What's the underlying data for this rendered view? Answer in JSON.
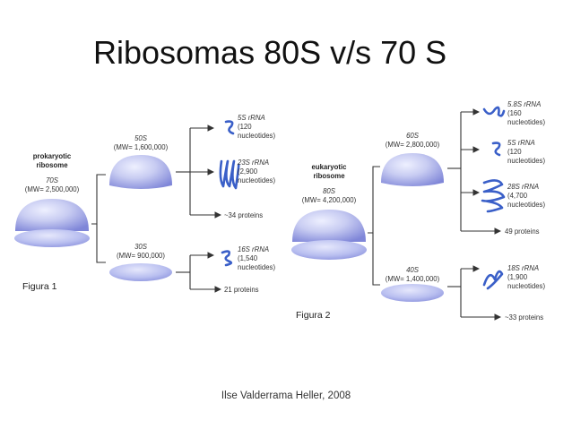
{
  "slide": {
    "title": "Ribosomas 80S v/s 70 S",
    "credit": "Ilse Valderrama Heller, 2008"
  },
  "colors": {
    "subunit_light": "#c8ccf2",
    "subunit_dark": "#7f86d8",
    "rna_strand": "#3a5fc8",
    "arrows": "#333333"
  },
  "figure1": {
    "caption": "Figura 1",
    "ribosome": {
      "label_line1": "prokaryotic",
      "label_line2": "ribosome",
      "size": "70S",
      "mw": "(MW= 2,500,000)"
    },
    "large_subunit": {
      "size": "50S",
      "mw": "(MW= 1,600,000)"
    },
    "small_subunit": {
      "size": "30S",
      "mw": "(MW= 900,000)"
    },
    "large_products": {
      "rrna_5s": {
        "name": "5S rRNA",
        "line2": "(120",
        "line3": "nucleotides)"
      },
      "rrna_23s": {
        "name": "23S rRNA",
        "line2": "(2,900",
        "line3": "nucleotides)"
      },
      "proteins": "~34 proteins"
    },
    "small_products": {
      "rrna_16s": {
        "name": "16S rRNA",
        "line2": "(1,540",
        "line3": "nucleotides)"
      },
      "proteins": "21 proteins"
    }
  },
  "figure2": {
    "caption": "Figura 2",
    "ribosome": {
      "label_line1": "eukaryotic",
      "label_line2": "ribosome",
      "size": "80S",
      "mw": "(MW= 4,200,000)"
    },
    "large_subunit": {
      "size": "60S",
      "mw": "(MW= 2,800,000)"
    },
    "small_subunit": {
      "size": "40S",
      "mw": "(MW= 1,400,000)"
    },
    "large_products": {
      "rrna_58s": {
        "name": "5.8S rRNA",
        "line2": "(160",
        "line3": "nucleotides)"
      },
      "rrna_5s": {
        "name": "5S rRNA",
        "line2": "(120",
        "line3": "nucleotides)"
      },
      "rrna_28s": {
        "name": "28S rRNA",
        "line2": "(4,700",
        "line3": "nucleotides)"
      },
      "proteins": "49 proteins"
    },
    "small_products": {
      "rrna_18s": {
        "name": "18S rRNA",
        "line2": "(1,900",
        "line3": "nucleotides)"
      },
      "proteins": "~33 proteins"
    }
  }
}
